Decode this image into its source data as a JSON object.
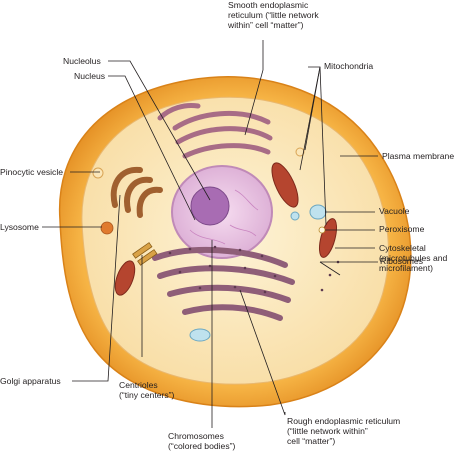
{
  "labels": {
    "smooth_er": [
      "Smooth endoplasmic",
      "reticulum (“little network",
      "within” cell “matter”)"
    ],
    "nucleolus": "Nucleolus",
    "nucleus": "Nucleus",
    "mitochondria": "Mitochondria",
    "pinocytic_vesicle": "Pinocytic vesicle",
    "plasma_membrane": "Plasma membrane",
    "vacuole": "Vacuole",
    "peroxisome": "Peroxisome",
    "cytoskeletal": [
      "Cytoskeletal",
      "(microtubules and",
      "microfilament)"
    ],
    "lysosome": "Lysosome",
    "ribosomes": "Ribosomes",
    "golgi_apparatus": "Golgi apparatus",
    "centrioles": [
      "Centrioles",
      "(“tiny centers”)"
    ],
    "chromosomes": [
      "Chromosomes",
      "(“colored bodies”)"
    ],
    "rough_er": [
      "Rough endoplasmic reticulum",
      "(“little network within”",
      "cell “matter”)"
    ]
  },
  "colors": {
    "membrane_outer": "#f2a93b",
    "membrane_rim": "#e08a1e",
    "cytoplasm": "#fbe6b8",
    "nucleus": "#e9c7e3",
    "nucleolus": "#a86cb3",
    "smooth_er": "#b07a8e",
    "rough_er": "#9c6a82",
    "golgi": "#a86a3a",
    "mitochondria": "#b5452f",
    "lysosome": "#e07a2e",
    "vacuole": "#bfe2ee"
  }
}
